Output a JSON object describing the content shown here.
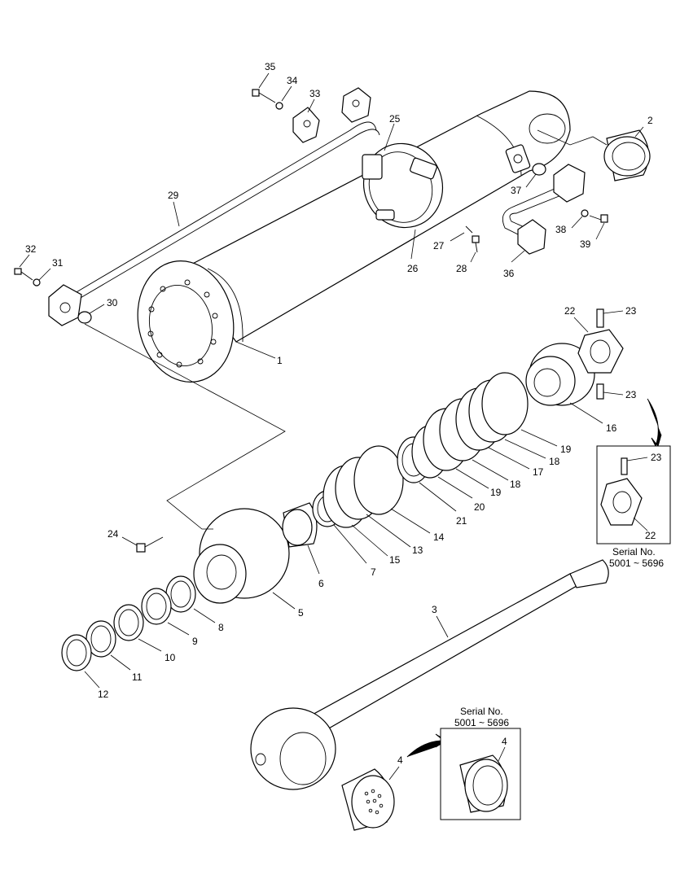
{
  "labels": {
    "p1": "1",
    "p2": "2",
    "p3": "3",
    "p4a": "4",
    "p4b": "4",
    "p5": "5",
    "p6": "6",
    "p7": "7",
    "p8": "8",
    "p9": "9",
    "p10": "10",
    "p11": "11",
    "p12": "12",
    "p13": "13",
    "p14": "14",
    "p15": "15",
    "p16": "16",
    "p17": "17",
    "p18a": "18",
    "p18b": "18",
    "p19a": "19",
    "p19b": "19",
    "p20": "20",
    "p21": "21",
    "p22a": "22",
    "p22b": "22",
    "p23a": "23",
    "p23b": "23",
    "p23c": "23",
    "p24": "24",
    "p25": "25",
    "p26": "26",
    "p27": "27",
    "p28": "28",
    "p29": "29",
    "p30": "30",
    "p31": "31",
    "p32": "32",
    "p33": "33",
    "p34": "34",
    "p35": "35",
    "p36": "36",
    "p37": "37",
    "p38": "38",
    "p39": "39"
  },
  "inset_nut": {
    "title": "Serial No.",
    "range": "5001 ~ 5696"
  },
  "inset_bushing": {
    "title": "Serial No.",
    "range": "5001 ~ 5696"
  }
}
